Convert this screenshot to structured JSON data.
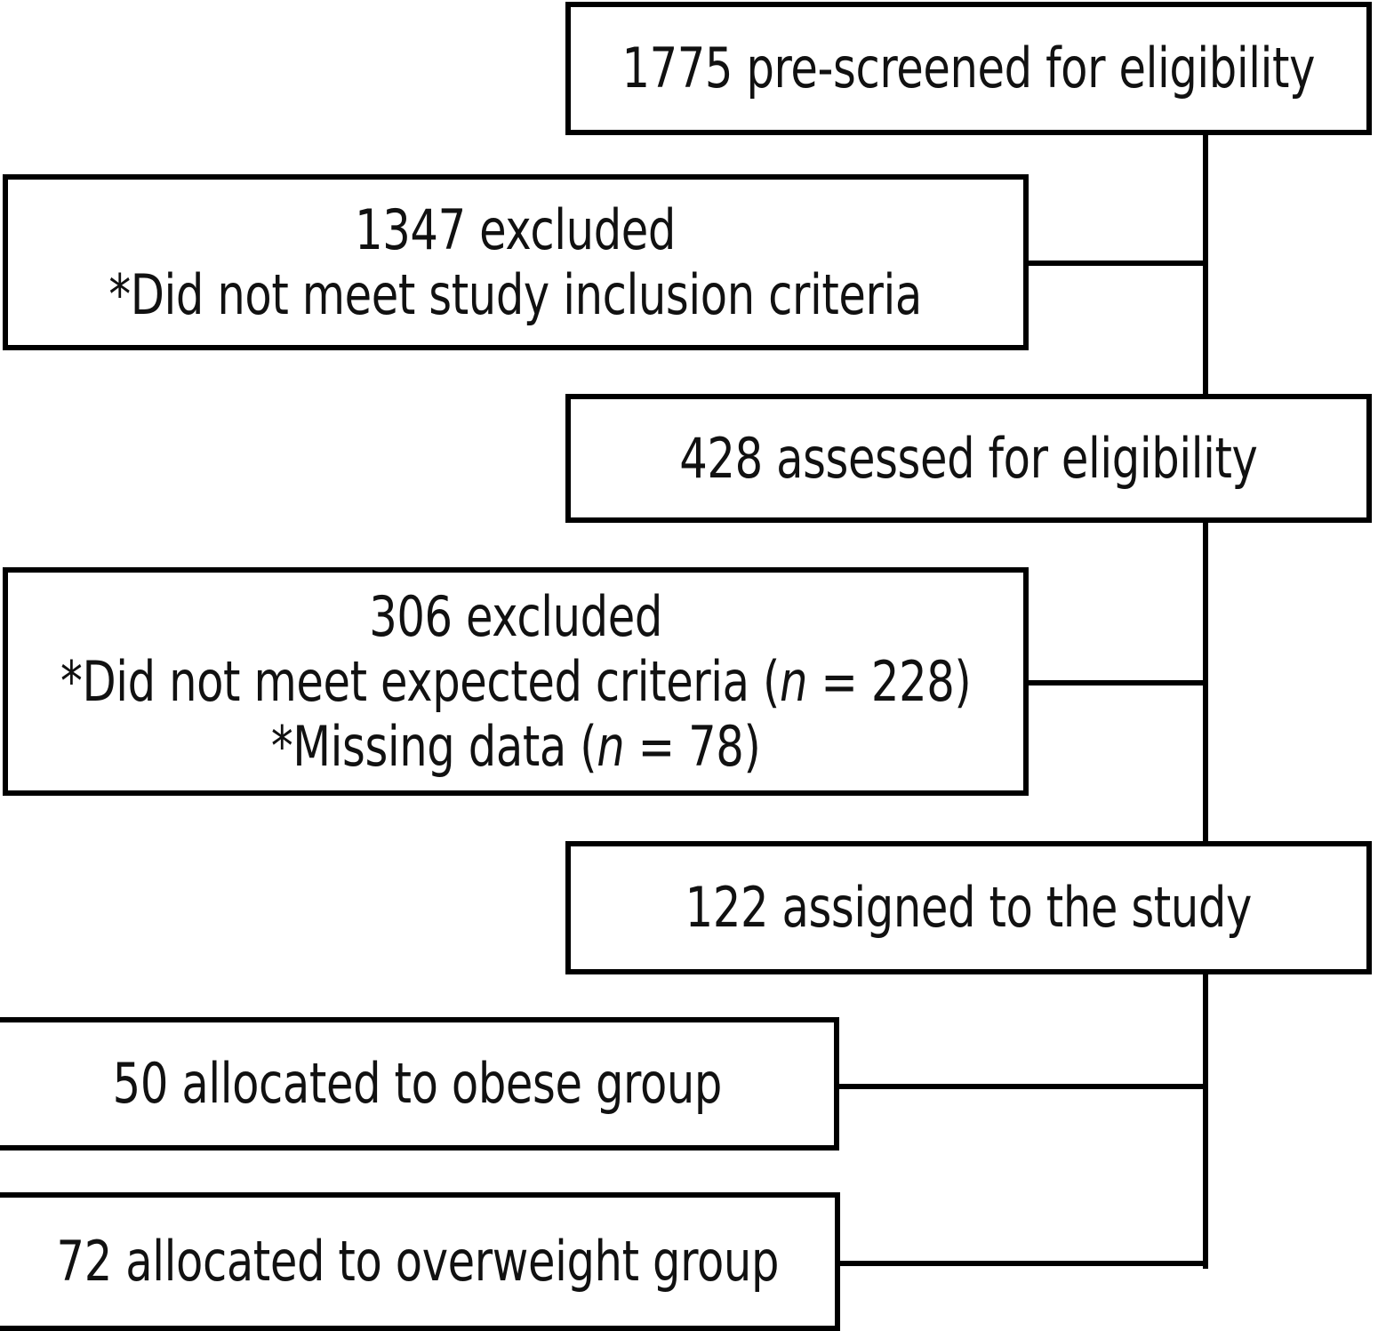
{
  "diagram": {
    "title": "Participant flow diagram",
    "type": "flowchart",
    "orientation": "vertical",
    "colors": {
      "box_border": "#000000",
      "box_fill": "#ffffff",
      "connector": "#000000",
      "text": "#111111"
    },
    "nodes": [
      {
        "id": "prescreened",
        "name": "pre-screened",
        "count": 1775,
        "lines": [
          {
            "text": "1775 pre-screened for eligibility"
          }
        ]
      },
      {
        "id": "excluded-1",
        "name": "first-exclusion",
        "count": 1347,
        "lines": [
          {
            "text": "1347 excluded"
          },
          {
            "text": "*Did not meet study inclusion criteria"
          }
        ]
      },
      {
        "id": "assessed",
        "name": "assessed",
        "count": 428,
        "lines": [
          {
            "text": "428 assessed for eligibility"
          }
        ]
      },
      {
        "id": "excluded-2",
        "name": "second-exclusion",
        "count": 306,
        "lines": [
          {
            "text": "306 excluded"
          },
          {
            "pre": "*Did not meet expected criteria (",
            "nvar": "n",
            "post": " = 228)"
          },
          {
            "pre": "*Missing data (",
            "nvar": "n",
            "post": " = 78)"
          }
        ]
      },
      {
        "id": "assigned",
        "name": "assigned",
        "count": 122,
        "lines": [
          {
            "text": "122 assigned to the study"
          }
        ]
      },
      {
        "id": "obese",
        "name": "obese-group",
        "count": 50,
        "lines": [
          {
            "text": "50 allocated to obese group"
          }
        ]
      },
      {
        "id": "overweight",
        "name": "overweight-group",
        "count": 72,
        "lines": [
          {
            "text": "72 allocated to overweight group"
          }
        ]
      }
    ],
    "edges": [
      {
        "from": "prescreened",
        "to": "excluded-1",
        "style": "elbow-right"
      },
      {
        "from": "prescreened",
        "to": "assessed",
        "style": "elbow-right"
      },
      {
        "from": "assessed",
        "to": "excluded-2",
        "style": "elbow-right"
      },
      {
        "from": "assessed",
        "to": "assigned",
        "style": "elbow-right"
      },
      {
        "from": "assigned",
        "to": "obese",
        "style": "elbow-right"
      },
      {
        "from": "assigned",
        "to": "overweight",
        "style": "elbow-right"
      }
    ]
  },
  "text": {
    "prescreened_line_1": "1775 pre-screened for eligibility",
    "excluded1_line_1": "1347 excluded",
    "excluded1_line_2": "*Did not meet study inclusion criteria",
    "assessed_line_1": "428 assessed for eligibility",
    "excluded2_line_1": "306 excluded",
    "excluded2_line_2_pre": "*Did not meet expected criteria (",
    "excluded2_line_2_n": "n",
    "excluded2_line_2_post": " = 228)",
    "excluded2_line_3_pre": "*Missing data (",
    "excluded2_line_3_n": "n",
    "excluded2_line_3_post": " = 78)",
    "assigned_line_1": "122 assigned to the study",
    "obese_line_1": "50 allocated to obese group",
    "overweight_line_1": "72 allocated to overweight group"
  }
}
